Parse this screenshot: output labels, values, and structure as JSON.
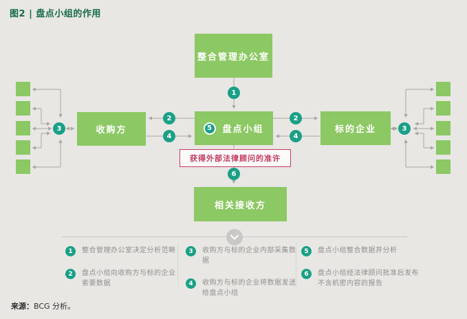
{
  "title": "图2 | 盘点小组的作用",
  "diagram": {
    "nodes": {
      "imo": "整合管理办公室",
      "acquirer": "收购方",
      "clean_team": "盘点小组",
      "target": "标的企业",
      "recipients": "相关接收方"
    },
    "approval_note": "获得外部法律顾问的准许"
  },
  "steps": [
    {
      "num": "1",
      "text": "整合管理办公室决定分析范畴"
    },
    {
      "num": "2",
      "text": "盘点小组向收购方与标的企业\n索要数据"
    },
    {
      "num": "3",
      "text": "收购方与标的企业内部采集数据"
    },
    {
      "num": "4",
      "text": "收购方与标的企业将数据发送\n给盘点小组"
    },
    {
      "num": "5",
      "text": "盘点小组整合数据并分析"
    },
    {
      "num": "6",
      "text": "盘点小组经法律顾问批准后发布\n不含机密内容的报告"
    }
  ],
  "source": {
    "label": "来源：",
    "text": "BCG 分析。"
  },
  "colors": {
    "background": "#e8e7e4",
    "box_green": "#8cc863",
    "badge_teal": "#1aa086",
    "title_green": "#156b46",
    "note_red": "#c23a60",
    "connector_gray": "#a8a7a5",
    "legend_text": "#908f8d",
    "divider_gray": "#c6c5c3",
    "source_text": "#2f2e2c"
  }
}
